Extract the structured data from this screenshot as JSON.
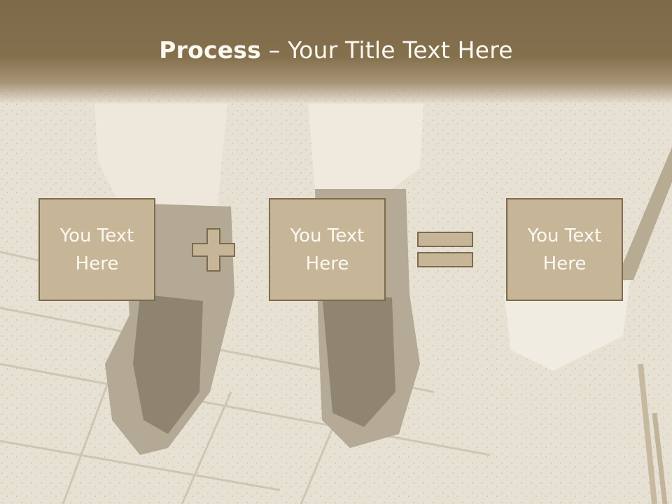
{
  "slide": {
    "title_bold": "Process",
    "title_separator": " – ",
    "title_rest": "Your Title Text Here",
    "boxes": [
      {
        "text": "You Text Here"
      },
      {
        "text": "You Text Here"
      },
      {
        "text": "You Text Here"
      }
    ],
    "operators": [
      "plus",
      "equals"
    ]
  },
  "colors": {
    "header": "#85704d",
    "box_fill": "#c6b697",
    "box_border": "#7d6a4d",
    "text": "#fbf8f2"
  }
}
